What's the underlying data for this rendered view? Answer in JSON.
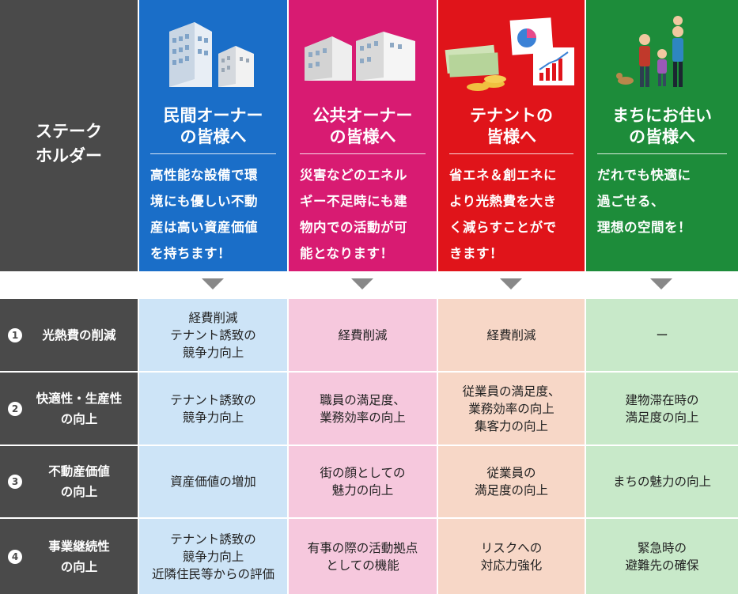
{
  "stakeholder_label": "ステーク\nホルダー",
  "columns": [
    {
      "title": "民間オーナー\nの皆様へ",
      "desc": "高性能な設備で環\n境にも優しい不動\n産は高い資産価値\nを持ちます！",
      "color": "#1a6ec8",
      "light": "#cde4f7",
      "icon": "office-buildings-icon"
    },
    {
      "title": "公共オーナー\nの皆様へ",
      "desc": "災害などのエネル\nギー不足時にも建\n物内での活動が可\n能となります！",
      "color": "#d81b72",
      "light": "#f6c8dd",
      "icon": "public-buildings-icon"
    },
    {
      "title": "テナントの\n皆様へ",
      "desc": "省エネ＆創エネに\nより光熱費を大き\nく減らすことがで\nきます！",
      "color": "#e0141a",
      "light": "#f7d7c7",
      "icon": "money-charts-icon"
    },
    {
      "title": "まちにお住い\nの皆様へ",
      "desc": "だれでも快適に\n過ごせる、\n理想の空間を！",
      "color": "#1d8c3a",
      "light": "#c8e9c9",
      "icon": "family-icon"
    }
  ],
  "rows": [
    {
      "num": "1",
      "label": "光熱費の削減",
      "cells": [
        "経費削減\nテナント誘致の\n競争力向上",
        "経費削減",
        "経費削減",
        "ー"
      ]
    },
    {
      "num": "2",
      "label": "快適性・生産性\nの向上",
      "cells": [
        "テナント誘致の\n競争力向上",
        "職員の満足度、\n業務効率の向上",
        "従業員の満足度、\n業務効率の向上\n集客力の向上",
        "建物滞在時の\n満足度の向上"
      ]
    },
    {
      "num": "3",
      "label": "不動産価値\nの向上",
      "cells": [
        "資産価値の増加",
        "街の顔としての\n魅力の向上",
        "従業員の\n満足度の向上",
        "まちの魅力の向上"
      ]
    },
    {
      "num": "4",
      "label": "事業継続性\nの向上",
      "cells": [
        "テナント誘致の\n競争力向上\n近隣住民等からの評価",
        "有事の際の活動拠点\nとしての機能",
        "リスクへの\n対応力強化",
        "緊急時の\n避難先の確保"
      ]
    }
  ]
}
